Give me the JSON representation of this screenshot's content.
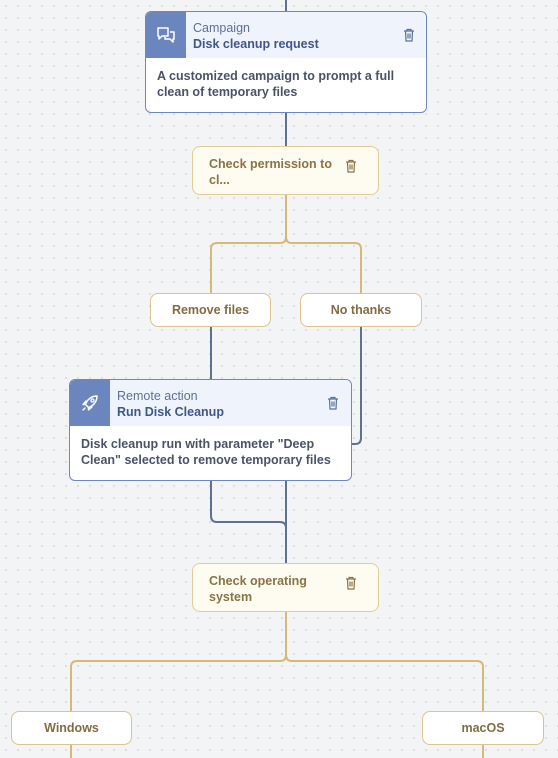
{
  "campaign_node": {
    "type": "Campaign",
    "name": "Disk cleanup request",
    "description": "A customized campaign to prompt a full clean of temporary files",
    "icon": "chat-bubbles-icon"
  },
  "permission_check": {
    "label": "Check permission to cl..."
  },
  "permission_branches": {
    "left": "Remove files",
    "right": "No thanks"
  },
  "remote_action_node": {
    "type": "Remote action",
    "name": "Run Disk Cleanup",
    "description": "Disk cleanup run with parameter \"Deep Clean\" selected to remove temporary files",
    "icon": "rocket-icon"
  },
  "os_check": {
    "label": "Check operating system"
  },
  "os_branches": {
    "left": "Windows",
    "right": "macOS"
  },
  "colors": {
    "action_accent": "#6b86bf",
    "decision_border": "#e3cd96",
    "connector_action": "#5e7190",
    "connector_decision": "#d9b877"
  }
}
